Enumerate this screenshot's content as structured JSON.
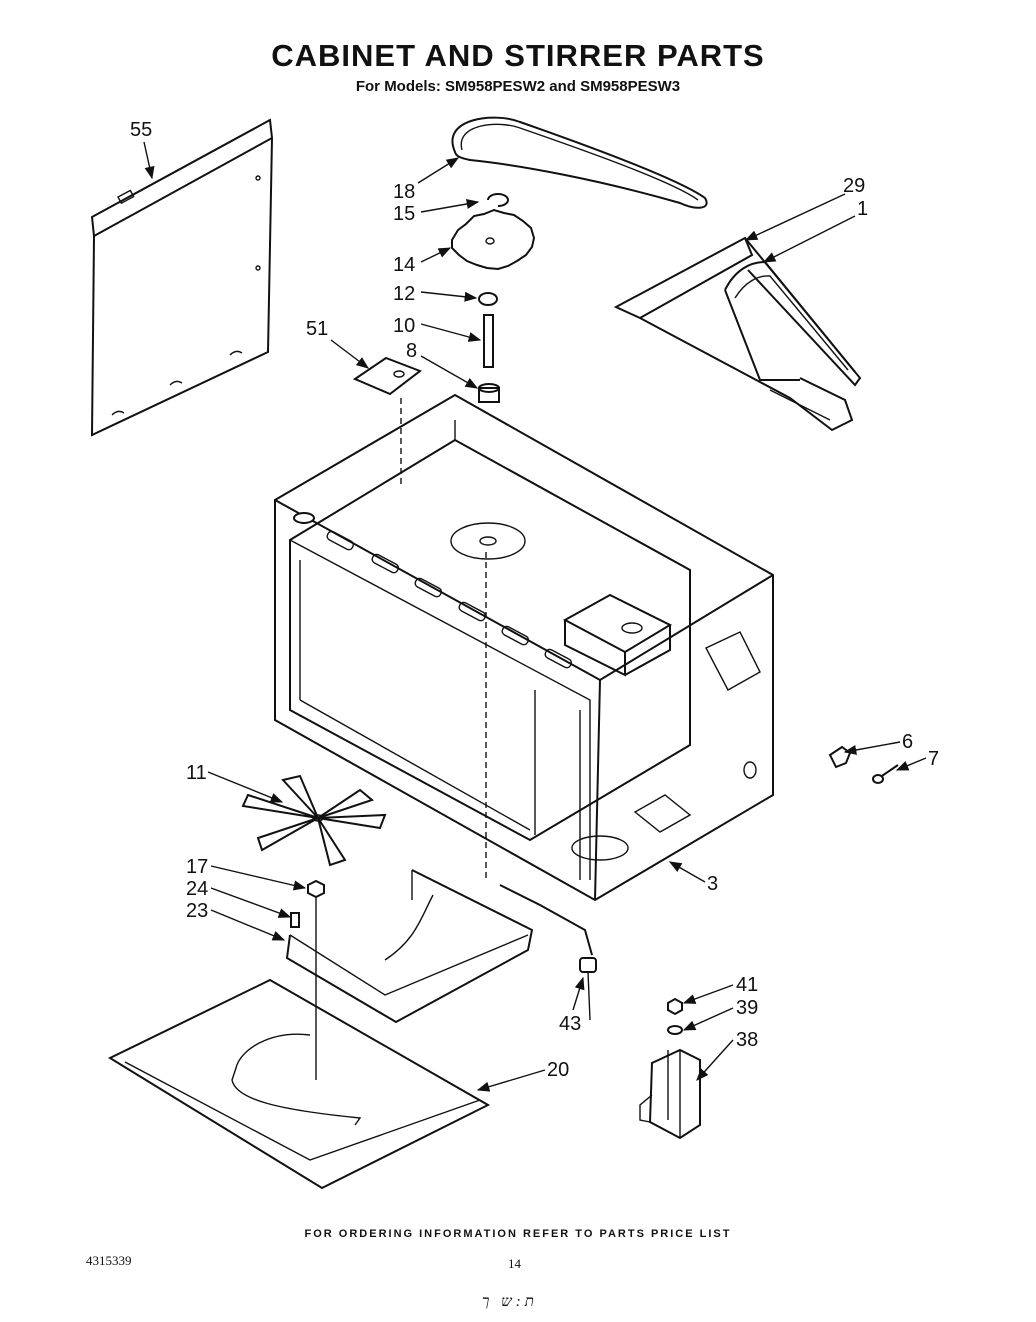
{
  "header": {
    "title": "CABINET AND STIRRER PARTS",
    "subtitle": "For Models: SM958PESW2 and SM958PESW3"
  },
  "part_labels": {
    "p55": "55",
    "p18": "18",
    "p15": "15",
    "p14": "14",
    "p12": "12",
    "p10": "10",
    "p51": "51",
    "p8": "8",
    "p29": "29",
    "p1": "1",
    "p6": "6",
    "p7": "7",
    "p3": "3",
    "p11": "11",
    "p17": "17",
    "p24": "24",
    "p23": "23",
    "p43": "43",
    "p41": "41",
    "p39": "39",
    "p38": "38",
    "p20": "20"
  },
  "footer": {
    "note": "FOR ORDERING INFORMATION REFER TO PARTS PRICE LIST",
    "doc_number": "4315339",
    "page_number": "14",
    "handwritten": "ת:ש ך"
  }
}
